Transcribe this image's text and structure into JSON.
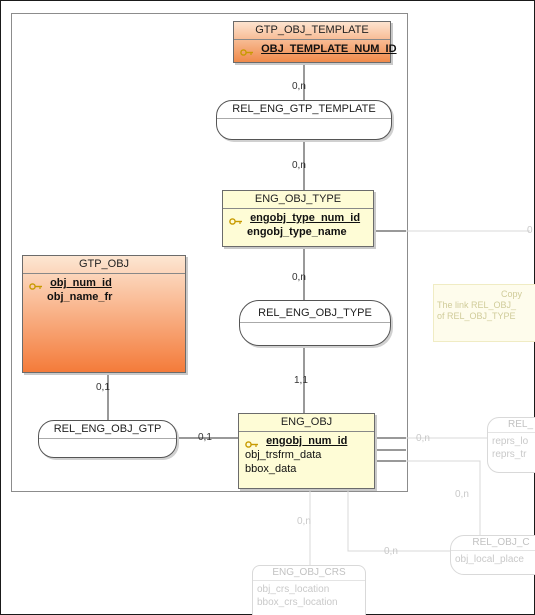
{
  "entities": {
    "gtp_obj_template": {
      "title": "GTP_OBJ_TEMPLATE",
      "fields": [
        {
          "name": "OBJ_TEMPLATE_NUM_ID",
          "pk": true
        }
      ]
    },
    "eng_obj_type": {
      "title": "ENG_OBJ_TYPE",
      "fields": [
        {
          "name": "engobj_type_num_id",
          "pk": true
        },
        {
          "name": "engobj_type_name",
          "pk": false
        }
      ]
    },
    "gtp_obj": {
      "title": "GTP_OBJ",
      "fields": [
        {
          "name": "obj_num_id",
          "pk": true
        },
        {
          "name": "obj_name_fr",
          "pk": false
        }
      ]
    },
    "eng_obj": {
      "title": "ENG_OBJ",
      "fields": [
        {
          "name": "engobj_num_id",
          "pk": true
        },
        {
          "name": "obj_trsfrm_data",
          "pk": false
        },
        {
          "name": "bbox_data",
          "pk": false
        }
      ]
    }
  },
  "relations": {
    "rel_eng_gtp_template": "REL_ENG_GTP_TEMPLATE",
    "rel_eng_obj_type": "REL_ENG_OBJ_TYPE",
    "rel_eng_obj_gtp": "REL_ENG_OBJ_GTP"
  },
  "cardinalities": {
    "template_to_rel": "0,n",
    "rel_to_type": "0,n",
    "type_to_rel": "0,n",
    "rel_to_engobj": "1,1",
    "gtp_to_rel": "0,1",
    "rel_to_engobj_left": "0,1",
    "engobj_right": "0,n",
    "engobj_down_right": "0,n",
    "engobj_bottom": "0,n",
    "engobj_bottom_right": "0,n"
  },
  "ghost": {
    "rel_right_title": "REL_",
    "rel_right_fields": [
      "reprs_lo",
      "reprs_tr"
    ],
    "note_title": "Copy",
    "note_lines": [
      "The link REL_OBJ_",
      "of REL_OBJ_TYPE"
    ],
    "rel_obj_c_title": "REL_OBJ_C",
    "rel_obj_c_fields": [
      "obj_local_place"
    ],
    "eng_obj_crs_title": "ENG_OBJ_CRS",
    "eng_obj_crs_fields": [
      "obj_crs_location",
      "bbox_crs_location"
    ],
    "edge_label": "0"
  },
  "colors": {
    "entity_yellow": "#fefcd6",
    "entity_orange_top": "#fde3cf",
    "entity_orange_bottom": "#f4793a",
    "key_icon": "#e0b400"
  }
}
